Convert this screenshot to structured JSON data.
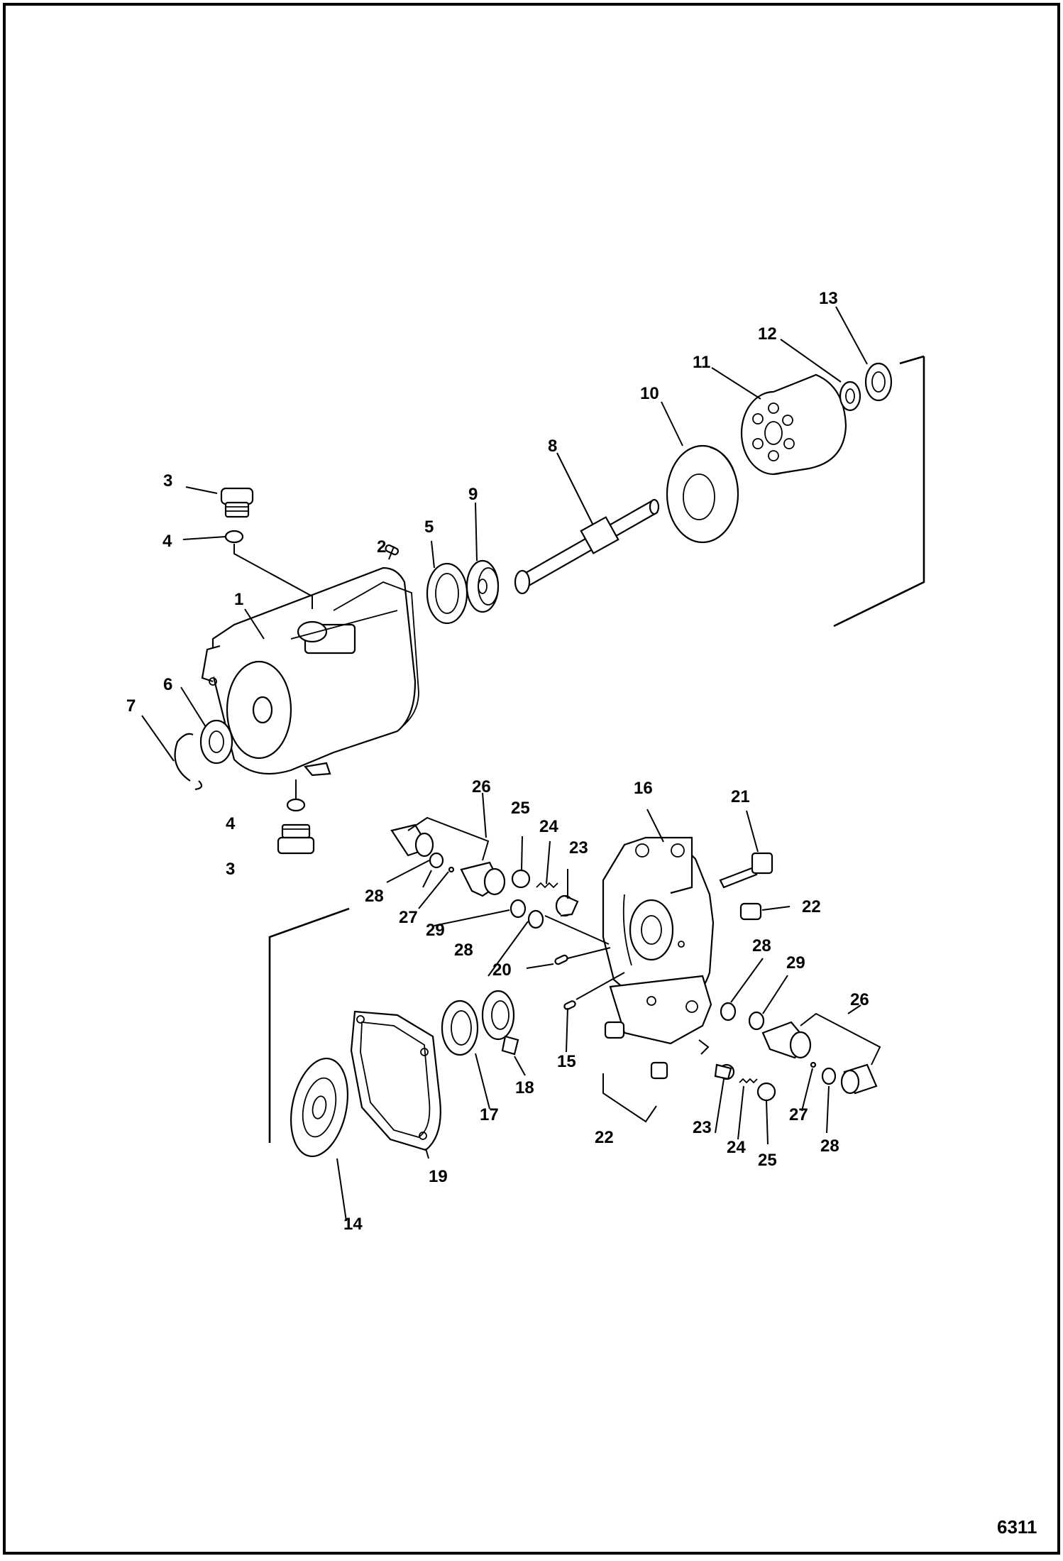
{
  "drawing_id": "6311",
  "callouts": [
    {
      "id": "c1",
      "label": "1"
    },
    {
      "id": "c2",
      "label": "2"
    },
    {
      "id": "c3a",
      "label": "3"
    },
    {
      "id": "c3b",
      "label": "3"
    },
    {
      "id": "c4a",
      "label": "4"
    },
    {
      "id": "c4b",
      "label": "4"
    },
    {
      "id": "c5",
      "label": "5"
    },
    {
      "id": "c6",
      "label": "6"
    },
    {
      "id": "c7",
      "label": "7"
    },
    {
      "id": "c8",
      "label": "8"
    },
    {
      "id": "c9",
      "label": "9"
    },
    {
      "id": "c10",
      "label": "10"
    },
    {
      "id": "c11",
      "label": "11"
    },
    {
      "id": "c12",
      "label": "12"
    },
    {
      "id": "c13",
      "label": "13"
    },
    {
      "id": "c14",
      "label": "14"
    },
    {
      "id": "c15",
      "label": "15"
    },
    {
      "id": "c16",
      "label": "16"
    },
    {
      "id": "c17",
      "label": "17"
    },
    {
      "id": "c18",
      "label": "18"
    },
    {
      "id": "c19",
      "label": "19"
    },
    {
      "id": "c20",
      "label": "20"
    },
    {
      "id": "c21",
      "label": "21"
    },
    {
      "id": "c22a",
      "label": "22"
    },
    {
      "id": "c22b",
      "label": "22"
    },
    {
      "id": "c23a",
      "label": "23"
    },
    {
      "id": "c23b",
      "label": "23"
    },
    {
      "id": "c24a",
      "label": "24"
    },
    {
      "id": "c24b",
      "label": "24"
    },
    {
      "id": "c25a",
      "label": "25"
    },
    {
      "id": "c25b",
      "label": "25"
    },
    {
      "id": "c26a",
      "label": "26"
    },
    {
      "id": "c26b",
      "label": "26"
    },
    {
      "id": "c27a",
      "label": "27"
    },
    {
      "id": "c27b",
      "label": "27"
    },
    {
      "id": "c28a",
      "label": "28"
    },
    {
      "id": "c28b",
      "label": "28"
    },
    {
      "id": "c28c",
      "label": "28"
    },
    {
      "id": "c28d",
      "label": "28"
    },
    {
      "id": "c29a",
      "label": "29"
    },
    {
      "id": "c29b",
      "label": "29"
    }
  ]
}
